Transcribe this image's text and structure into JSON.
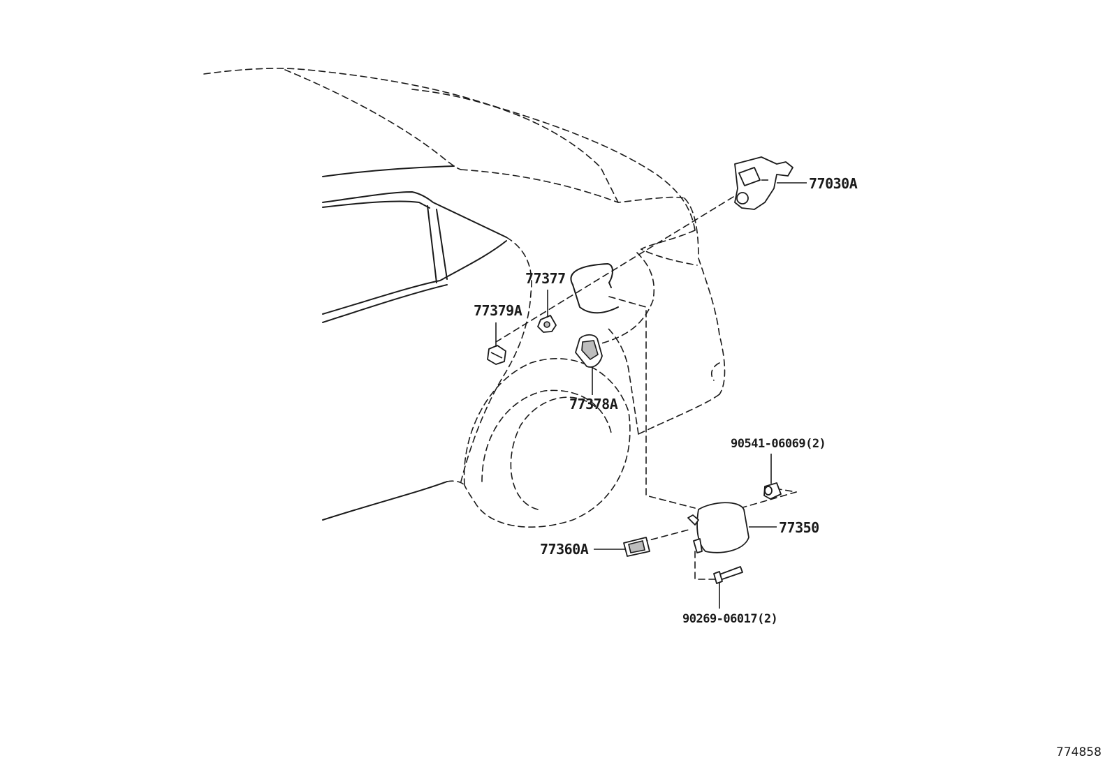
{
  "diagram_id": "774858",
  "callouts": {
    "c77030A": "77030A",
    "c77377": "77377",
    "c77379A": "77379A",
    "c77378A": "77378A",
    "c90541": "90541-06069(2)",
    "c77350": "77350",
    "c77360A": "77360A",
    "c90269": "90269-06017(2)"
  },
  "colors": {
    "ink": "#1a1a1a",
    "background": "#ffffff"
  }
}
